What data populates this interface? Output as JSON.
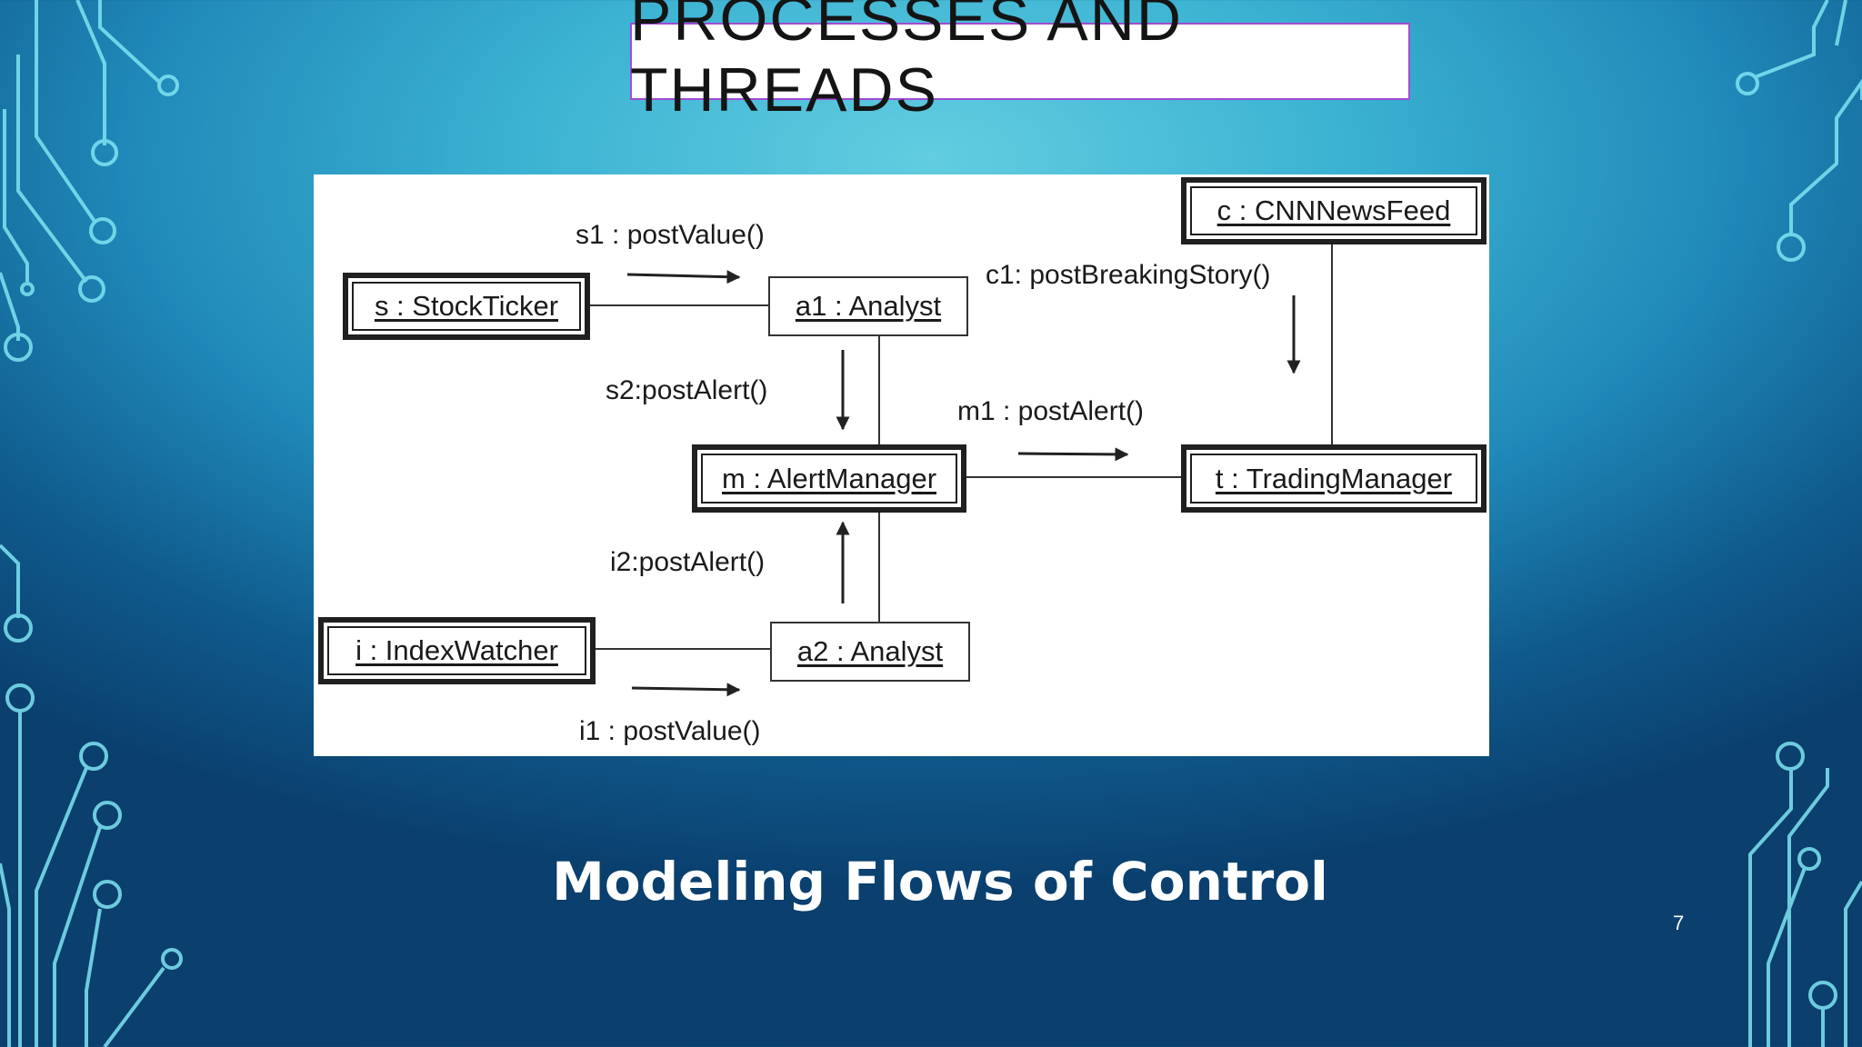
{
  "slide": {
    "title_line1": "PROCESSES AND",
    "title_line2": "THREADS",
    "caption": "Modeling Flows of Control",
    "page_number": "7"
  },
  "diagram": {
    "objects": {
      "stockticker": "s : StockTicker",
      "analyst1": "a1 : Analyst",
      "cnnnewsfeed": "c : CNNNewsFeed",
      "alertmanager": "m : AlertManager",
      "tradingmanager": "t : TradingManager",
      "indexwatcher": "i : IndexWatcher",
      "analyst2": "a2 : Analyst"
    },
    "messages": {
      "s1": "s1 : postValue()",
      "c1": "c1: postBreakingStory()",
      "s2": "s2:postAlert()",
      "m1": "m1 : postAlert()",
      "i2": "i2:postAlert()",
      "i1": "i1 : postValue()"
    }
  },
  "colors": {
    "title_box_border": "#a24bd3",
    "circuit_lines": "#6ee0f0"
  }
}
